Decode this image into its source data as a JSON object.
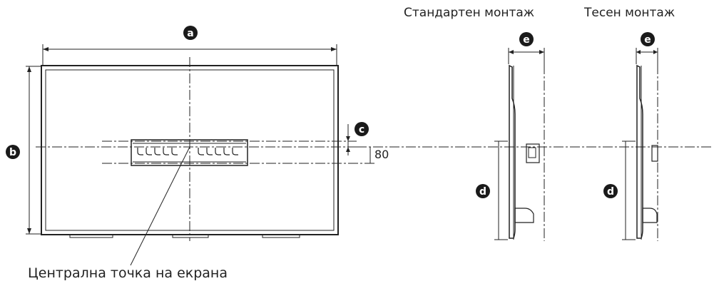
{
  "labels": {
    "standard_mount": "Стандартен монтаж",
    "thin_mount": "Тесен монтаж",
    "screen_center": "Централна точка на екрана",
    "offset_value": "80"
  },
  "markers": {
    "a": "a",
    "b": "b",
    "c": "c",
    "d": "d",
    "e": "e"
  },
  "colors": {
    "line": "#222222",
    "marker_fill": "#1a1a1a",
    "marker_text": "#ffffff"
  }
}
